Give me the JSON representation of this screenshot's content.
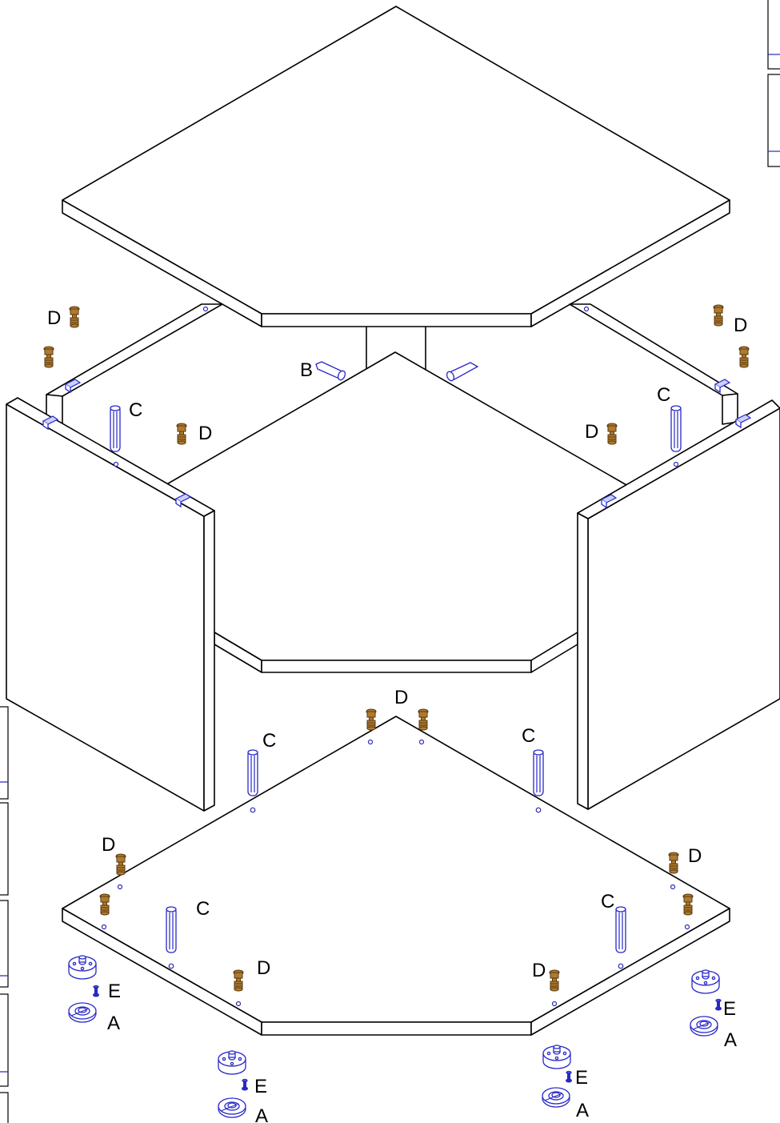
{
  "colors": {
    "line": "#000000",
    "hardware_blue": "#2828c8",
    "cam_bolt_brown": "#b07a2e"
  },
  "parts": {
    "A": "A",
    "B": "B",
    "C": "C",
    "D": "D",
    "E": "E"
  }
}
